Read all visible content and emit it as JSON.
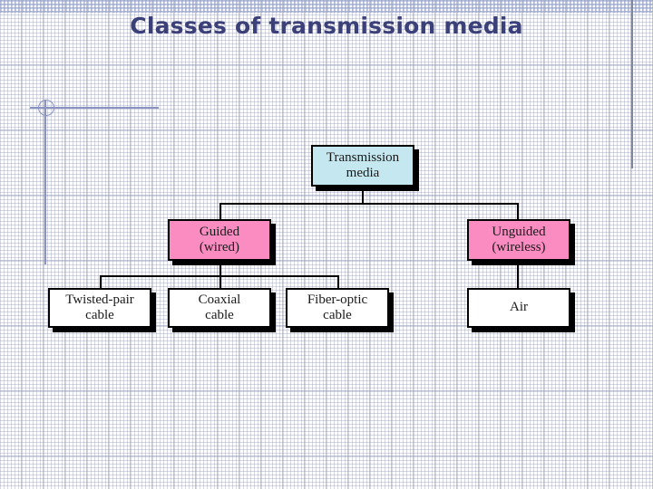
{
  "slide": {
    "title": "Classes of transmission media",
    "title_color": "#3b4078",
    "background_color": "#ffffff"
  },
  "decorations": {
    "left_rule_color": "#8b93c2",
    "right_rule_color": "#7f879f",
    "circle_name": "circle-bullet-marker"
  },
  "diagram": {
    "type": "tree",
    "colors": {
      "root_fill": "#c5e7ef",
      "branch_fill": "#fa8cc2",
      "leaf_fill": "#ffffff",
      "border": "#000000",
      "shadow": "#000000",
      "connector": "#000000"
    },
    "nodes": {
      "root": {
        "label": "Transmission\nmedia",
        "line1": "Transmission",
        "line2": "media"
      },
      "guided": {
        "label": "Guided (wired)",
        "line1": "Guided",
        "line2": "(wired)"
      },
      "unguided": {
        "label": "Unguided (wireless)",
        "line1": "Unguided",
        "line2": "(wireless)"
      },
      "twisted_pair": {
        "label": "Twisted-pair cable",
        "line1": "Twisted-pair",
        "line2": "cable"
      },
      "coaxial": {
        "label": "Coaxial cable",
        "line1": "Coaxial",
        "line2": "cable"
      },
      "fiber_optic": {
        "label": "Fiber-optic cable",
        "line1": "Fiber-optic",
        "line2": "cable"
      },
      "air": {
        "label": "Air",
        "line1": "Air",
        "line2": ""
      }
    },
    "edges": [
      {
        "from": "root",
        "to": "guided"
      },
      {
        "from": "root",
        "to": "unguided"
      },
      {
        "from": "guided",
        "to": "twisted_pair"
      },
      {
        "from": "guided",
        "to": "coaxial"
      },
      {
        "from": "guided",
        "to": "fiber_optic"
      },
      {
        "from": "unguided",
        "to": "air"
      }
    ]
  }
}
